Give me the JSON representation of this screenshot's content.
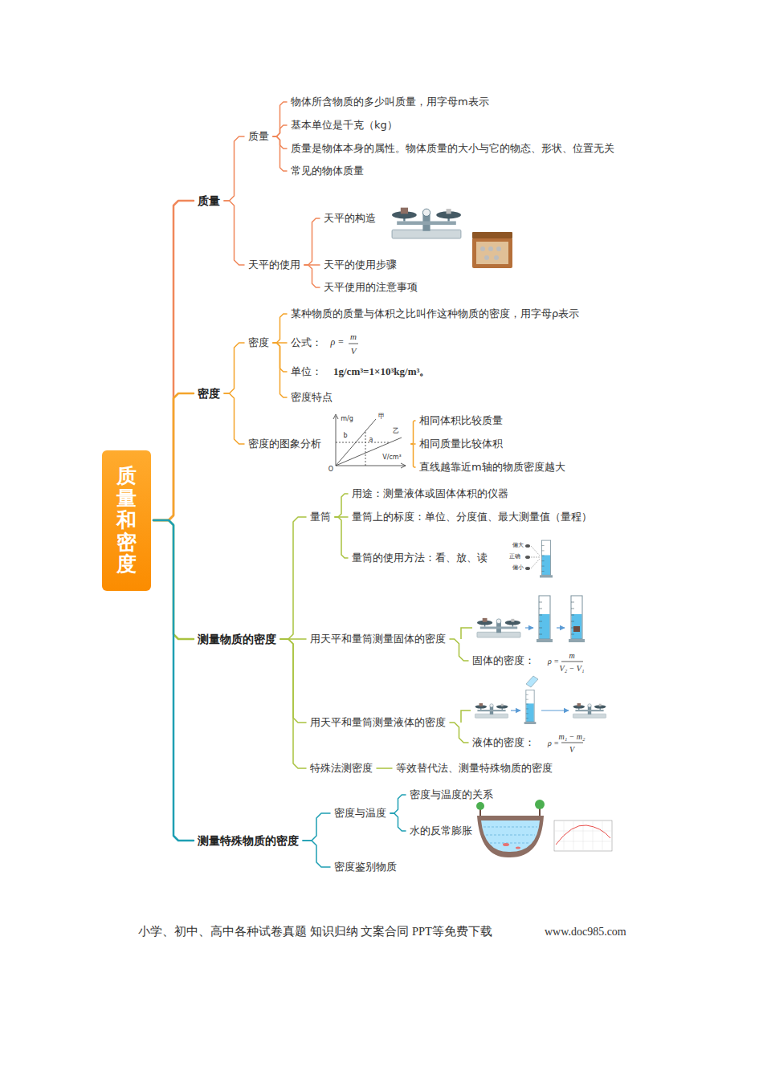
{
  "diagram": {
    "nodes": [
      {
        "text": [
          "质量和密度"
        ]
      },
      {
        "text": [
          "质量"
        ]
      },
      {
        "text": [
          "质量"
        ]
      },
      {
        "text": [
          "物体所含物质的多少叫质量，用字母m表示"
        ]
      },
      {
        "text": [
          "基本单位是千克（kg）"
        ]
      },
      {
        "text": [
          "质量是物体本身的属性。物体质量的大小与它的物态、形状、位置无关"
        ]
      },
      {
        "text": [
          "常见的物体质量"
        ]
      },
      {
        "text": [
          "天平的使用"
        ]
      },
      {
        "text": [
          "天平的构造"
        ]
      },
      {
        "text": [
          "天平的使用步骤"
        ]
      },
      {
        "text": [
          "天平使用的注意事项"
        ]
      },
      {
        "text": [
          "密度"
        ]
      },
      {
        "text": [
          "密度"
        ]
      },
      {
        "text": [
          "某种物质的质量与体积之比叫作这种物质的密度，用字母ρ表示"
        ]
      },
      {
        "text": [
          "公式："
        ]
      },
      {
        "text": [
          "单位：",
          "1g/cm³=1×10³kg/m³。"
        ]
      },
      {
        "text": [
          "密度特点"
        ]
      },
      {
        "text": [
          "密度的图象分析"
        ]
      },
      {
        "text": [
          "相同体积比较质量"
        ]
      },
      {
        "text": [
          "相同质量比较体积"
        ]
      },
      {
        "text": [
          "直线越靠近m轴的物质密度越大"
        ]
      },
      {
        "text": [
          "测量物质的密度"
        ]
      },
      {
        "text": [
          "量筒"
        ]
      },
      {
        "text": [
          "用途：测量液体或固体体积的仪器"
        ]
      },
      {
        "text": [
          "量筒上的标度：单位、分度值、最大测量值（量程）"
        ]
      },
      {
        "text": [
          "量筒的使用方法：看、放、读"
        ]
      },
      {
        "text": [
          "用天平和量筒测量固体的密度"
        ]
      },
      {
        "text": [
          "固体的密度："
        ]
      },
      {
        "text": [
          "用天平和量筒测量液体的密度"
        ]
      },
      {
        "text": [
          "液体的密度："
        ]
      },
      {
        "text": [
          "特殊法测密度"
        ]
      },
      {
        "text": [
          "等效替代法、测量特殊物质的密度"
        ]
      },
      {
        "text": [
          "测量特殊物质的密度"
        ]
      },
      {
        "text": [
          "密度与温度"
        ]
      },
      {
        "text": [
          "密度与温度的关系"
        ]
      },
      {
        "text": [
          "水的反常膨胀"
        ]
      },
      {
        "text": [
          "密度鉴别物质"
        ]
      }
    ],
    "edges": [
      {
        "from": 0,
        "to": 1,
        "arrow": "none"
      },
      {
        "from": 0,
        "to": 11,
        "arrow": "none"
      },
      {
        "from": 0,
        "to": 21,
        "arrow": "none"
      },
      {
        "from": 0,
        "to": 32,
        "arrow": "none"
      },
      {
        "from": 1,
        "to": 2,
        "arrow": "none"
      },
      {
        "from": 1,
        "to": 7,
        "arrow": "none"
      },
      {
        "from": 2,
        "to": 3,
        "arrow": "none"
      },
      {
        "from": 2,
        "to": 4,
        "arrow": "none"
      },
      {
        "from": 2,
        "to": 5,
        "arrow": "none"
      },
      {
        "from": 2,
        "to": 6,
        "arrow": "none"
      },
      {
        "from": 7,
        "to": 8,
        "arrow": "none"
      },
      {
        "from": 7,
        "to": 9,
        "arrow": "none"
      },
      {
        "from": 7,
        "to": 10,
        "arrow": "none"
      },
      {
        "from": 11,
        "to": 12,
        "arrow": "none"
      },
      {
        "from": 11,
        "to": 17,
        "arrow": "none"
      },
      {
        "from": 12,
        "to": 13,
        "arrow": "none"
      },
      {
        "from": 12,
        "to": 14,
        "arrow": "none"
      },
      {
        "from": 12,
        "to": 15,
        "arrow": "none"
      },
      {
        "from": 12,
        "to": 16,
        "arrow": "none"
      },
      {
        "from": 17,
        "to": 18,
        "arrow": "none"
      },
      {
        "from": 17,
        "to": 19,
        "arrow": "none"
      },
      {
        "from": 17,
        "to": 20,
        "arrow": "none"
      },
      {
        "from": 21,
        "to": 22,
        "arrow": "none"
      },
      {
        "from": 21,
        "to": 26,
        "arrow": "none"
      },
      {
        "from": 21,
        "to": 28,
        "arrow": "none"
      },
      {
        "from": 21,
        "to": 30,
        "arrow": "none"
      },
      {
        "from": 22,
        "to": 23,
        "arrow": "none"
      },
      {
        "from": 22,
        "to": 24,
        "arrow": "none"
      },
      {
        "from": 22,
        "to": 25,
        "arrow": "none"
      },
      {
        "from": 26,
        "to": 27,
        "arrow": "none"
      },
      {
        "from": 28,
        "to": 29,
        "arrow": "none"
      },
      {
        "from": 30,
        "to": 31,
        "arrow": "none"
      },
      {
        "from": 32,
        "to": 33,
        "arrow": "none"
      },
      {
        "from": 32,
        "to": 36,
        "arrow": "none"
      },
      {
        "from": 33,
        "to": 34,
        "arrow": "none"
      },
      {
        "from": 33,
        "to": 35,
        "arrow": "none"
      }
    ],
    "labels": [
      "ρ =",
      "m",
      "V",
      "m/g",
      "V/cm³",
      "甲",
      "乙",
      "a",
      "b",
      "O",
      "偏大",
      "正确",
      "偏小",
      "ρ =",
      "m",
      "V₂ − V₁",
      "ρ =",
      "m₁ − m₂",
      "V",
      "小学、初中、高中各种试卷真题  知识归纳  文案合同  PPT等免费下载",
      "www.doc985.com"
    ]
  }
}
